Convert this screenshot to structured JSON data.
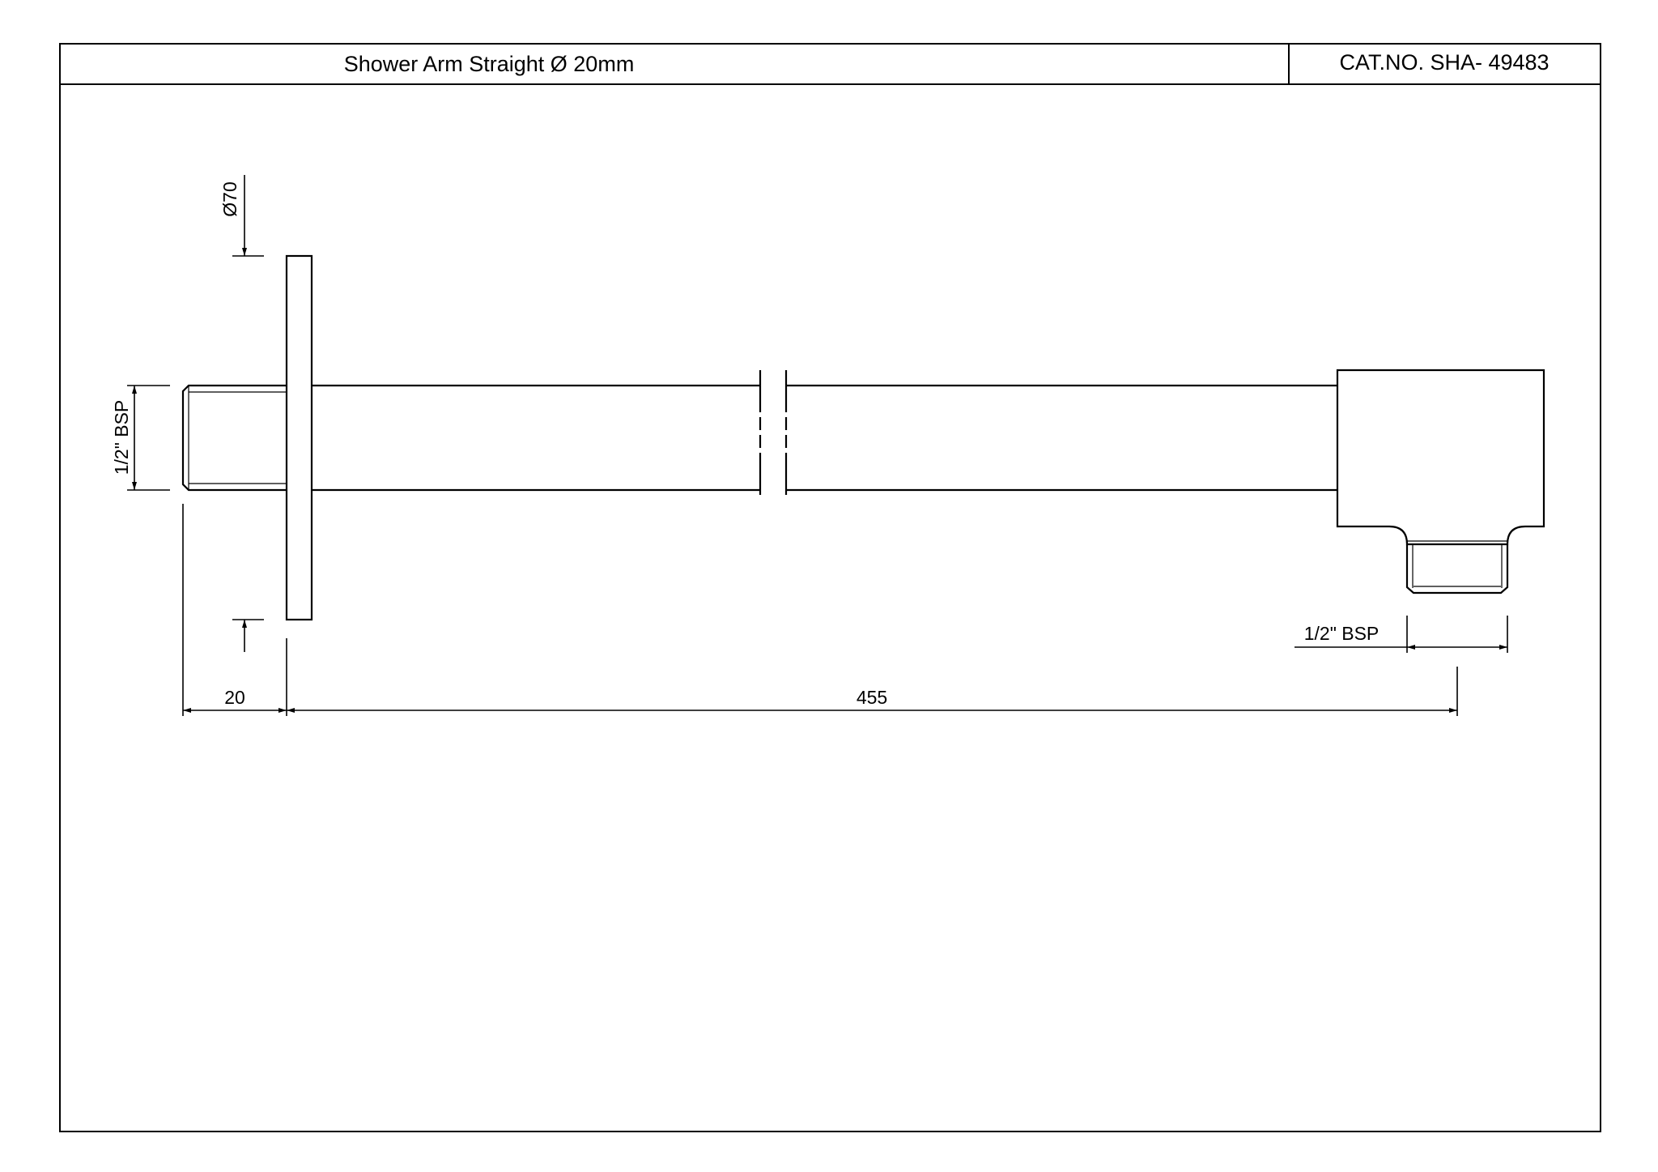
{
  "title_block": {
    "title": "Shower Arm Straight Ø 20mm",
    "cat_no": "CAT.NO. SHA- 49483"
  },
  "dimensions": {
    "flange_diameter": "Ø70",
    "inlet_thread": "1/2\" BSP",
    "outlet_thread": "1/2\" BSP",
    "inlet_length": "20",
    "overall_length": "455"
  }
}
